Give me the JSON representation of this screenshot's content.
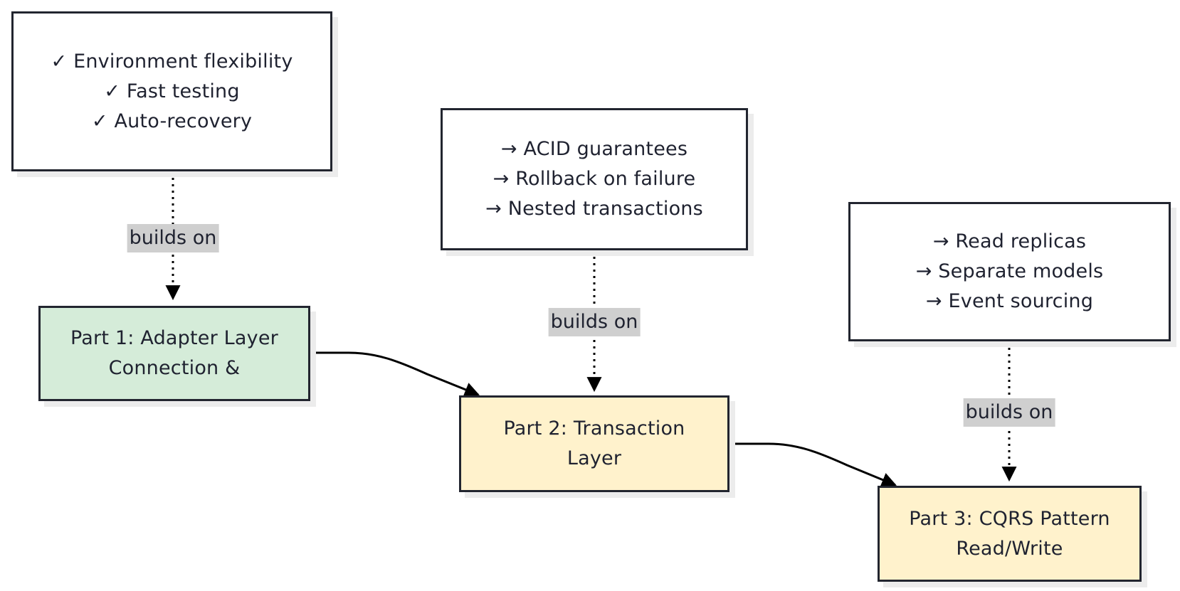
{
  "notes": {
    "part1": [
      "✓ Environment flexibility",
      "✓ Fast testing",
      "✓ Auto-recovery"
    ],
    "part2": [
      "→ ACID guarantees",
      "→ Rollback on failure",
      "→ Nested transactions"
    ],
    "part3": [
      "→ Read replicas",
      "→ Separate models",
      "→ Event sourcing"
    ]
  },
  "parts": {
    "part1": [
      "Part 1: Adapter Layer",
      "Connection &"
    ],
    "part2": [
      "Part 2: Transaction",
      "Layer"
    ],
    "part3": [
      "Part 3: CQRS Pattern",
      "Read/Write"
    ]
  },
  "edges": {
    "note1_to_part1": "builds on",
    "note2_to_part2": "builds on",
    "note3_to_part3": "builds on"
  },
  "colors": {
    "part1_fill": "#d5ecd9",
    "part2_fill": "#fff2cc",
    "part3_fill": "#fff2cc",
    "border": "#22252f",
    "label_bg": "#cfcfcf"
  }
}
